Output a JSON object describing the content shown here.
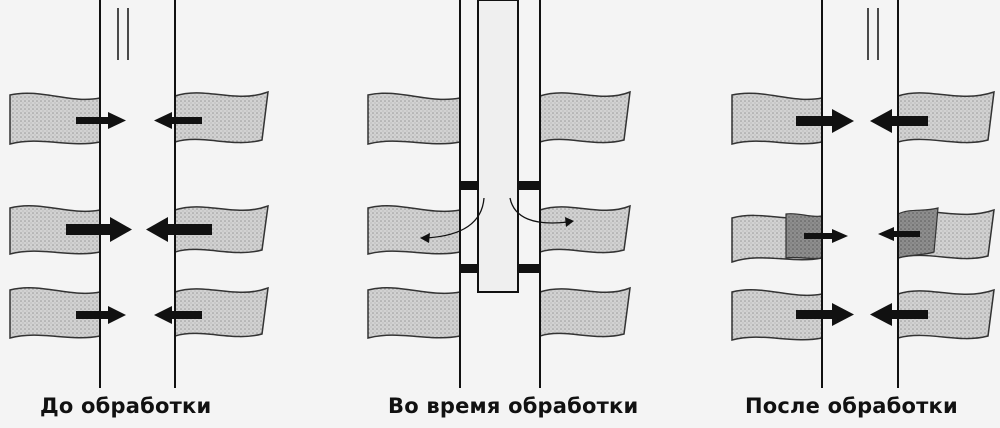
{
  "captions": {
    "before": "До обработки",
    "during": "Во время обработки",
    "after": "После обработки"
  },
  "colors": {
    "background": "#f4f4f4",
    "layer_fill": "#cfcfcf",
    "layer_stroke": "#333333",
    "wall": "#111111",
    "arrow": "#111111",
    "damaged_zone": "#8e8e8e"
  }
}
